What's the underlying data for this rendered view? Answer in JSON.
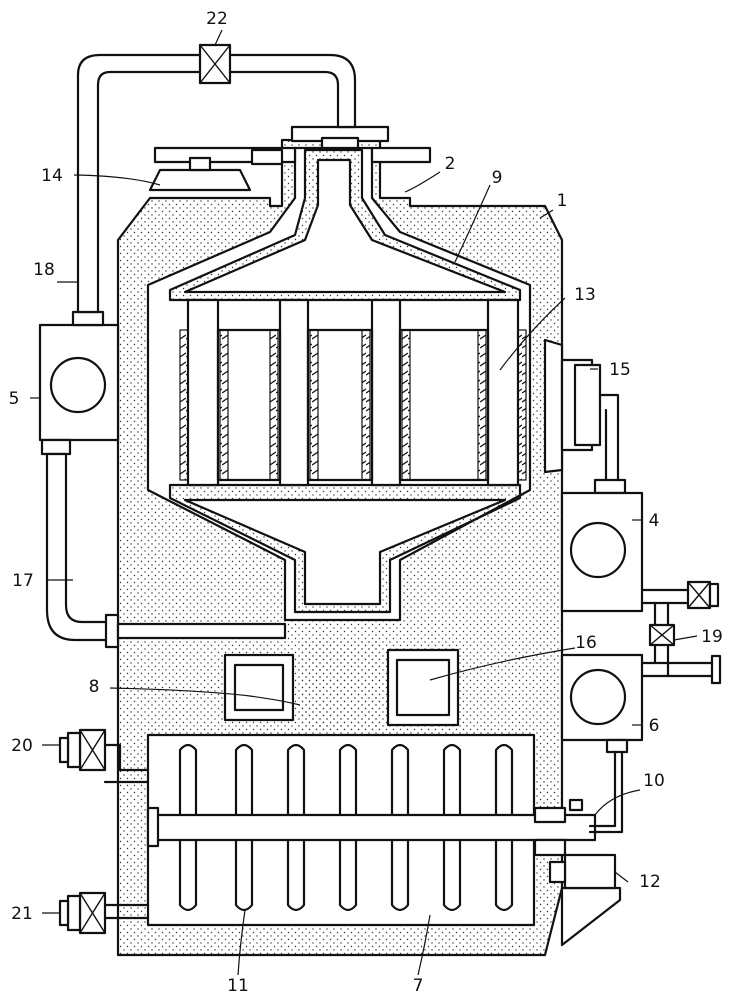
{
  "diagram": {
    "labels": [
      {
        "id": "1",
        "text": "1"
      },
      {
        "id": "2",
        "text": "2"
      },
      {
        "id": "4",
        "text": "4"
      },
      {
        "id": "5",
        "text": "5"
      },
      {
        "id": "6",
        "text": "6"
      },
      {
        "id": "7",
        "text": "7"
      },
      {
        "id": "8",
        "text": "8"
      },
      {
        "id": "9",
        "text": "9"
      },
      {
        "id": "10",
        "text": "10"
      },
      {
        "id": "11",
        "text": "11"
      },
      {
        "id": "12",
        "text": "12"
      },
      {
        "id": "13",
        "text": "13"
      },
      {
        "id": "14",
        "text": "14"
      },
      {
        "id": "15",
        "text": "15"
      },
      {
        "id": "16",
        "text": "16"
      },
      {
        "id": "17",
        "text": "17"
      },
      {
        "id": "18",
        "text": "18"
      },
      {
        "id": "19",
        "text": "19"
      },
      {
        "id": "20",
        "text": "20"
      },
      {
        "id": "21",
        "text": "21"
      },
      {
        "id": "22",
        "text": "22"
      }
    ]
  }
}
